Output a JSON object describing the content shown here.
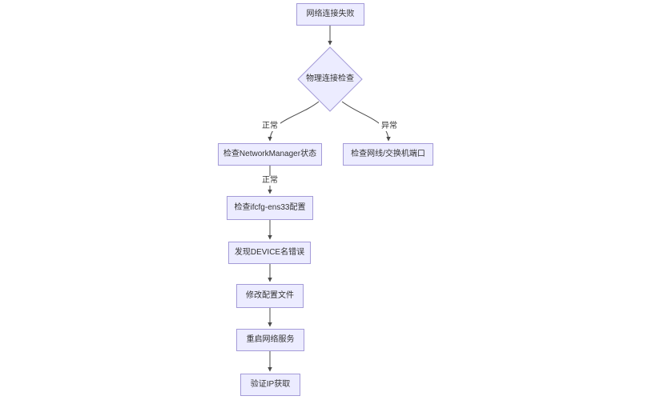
{
  "diagram": {
    "title": "network-troubleshooting-flowchart",
    "nodes": [
      {
        "id": "start",
        "type": "rect",
        "label": "网络连接失败"
      },
      {
        "id": "physical-check",
        "type": "diamond",
        "label": "物理连接检查"
      },
      {
        "id": "check-networkmanager",
        "type": "rect",
        "label": "检查NetworkManager状态"
      },
      {
        "id": "check-cable-switch",
        "type": "rect",
        "label": "检查网线/交换机端口"
      },
      {
        "id": "check-ifcfg",
        "type": "rect",
        "label": "检查ifcfg-ens33配置"
      },
      {
        "id": "device-error",
        "type": "rect",
        "label": "发现DEVICE名错误"
      },
      {
        "id": "modify-config",
        "type": "rect",
        "label": "修改配置文件"
      },
      {
        "id": "restart-network",
        "type": "rect",
        "label": "重启网络服务"
      },
      {
        "id": "verify-ip",
        "type": "rect",
        "label": "验证IP获取"
      }
    ],
    "edges": [
      {
        "from": "网络连接失败",
        "to": "物理连接检查",
        "label": ""
      },
      {
        "from": "物理连接检查",
        "to": "检查NetworkManager状态",
        "label": "正常"
      },
      {
        "from": "物理连接检查",
        "to": "检查网线/交换机端口",
        "label": "异常"
      },
      {
        "from": "检查NetworkManager状态",
        "to": "检查ifcfg-ens33配置",
        "label": "正常"
      },
      {
        "from": "检查ifcfg-ens33配置",
        "to": "发现DEVICE名错误",
        "label": ""
      },
      {
        "from": "发现DEVICE名错误",
        "to": "修改配置文件",
        "label": ""
      },
      {
        "from": "修改配置文件",
        "to": "重启网络服务",
        "label": ""
      },
      {
        "from": "重启网络服务",
        "to": "验证IP获取",
        "label": ""
      }
    ],
    "colors": {
      "node_fill": "#ececff",
      "node_border": "#a49bd8",
      "edge_line": "#4b4b4b",
      "text": "#333333",
      "background": "#ffffff"
    }
  }
}
